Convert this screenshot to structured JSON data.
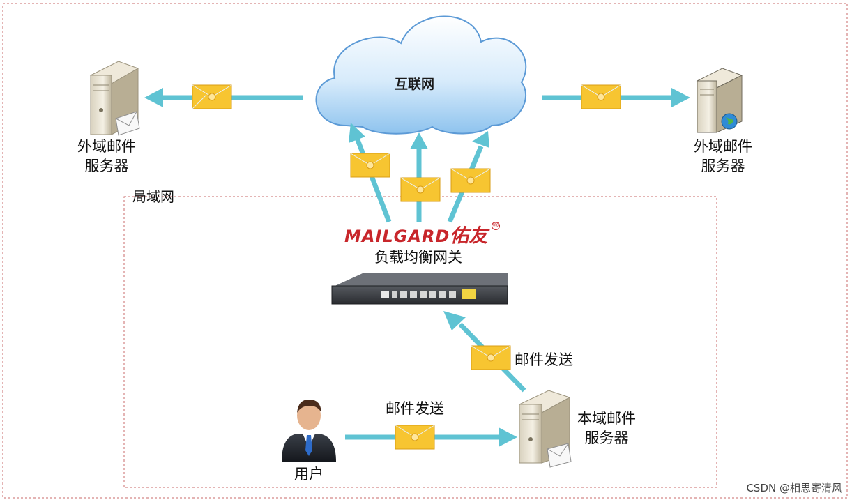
{
  "cloud": {
    "label": "互联网"
  },
  "servers": {
    "left_external": {
      "line1": "外域邮件",
      "line2": "服务器"
    },
    "right_external": {
      "line1": "外域邮件",
      "line2": "服务器"
    },
    "local": {
      "line1": "本域邮件",
      "line2": "服务器"
    }
  },
  "lan": {
    "label": "局域网"
  },
  "gateway": {
    "brand_latin": "MAILGARD",
    "brand_cn": "佑友",
    "registered_mark": "®",
    "label": "负载均衡网关"
  },
  "user": {
    "label": "用户"
  },
  "flows": {
    "user_to_server": "邮件发送",
    "server_to_gateway": "邮件发送"
  },
  "watermark": "CSDN @相思寄清风",
  "colors": {
    "arrow": "#5fc3d3",
    "envelope": "#f7c531",
    "border": "#c96a6a",
    "brand": "#c8262b"
  }
}
